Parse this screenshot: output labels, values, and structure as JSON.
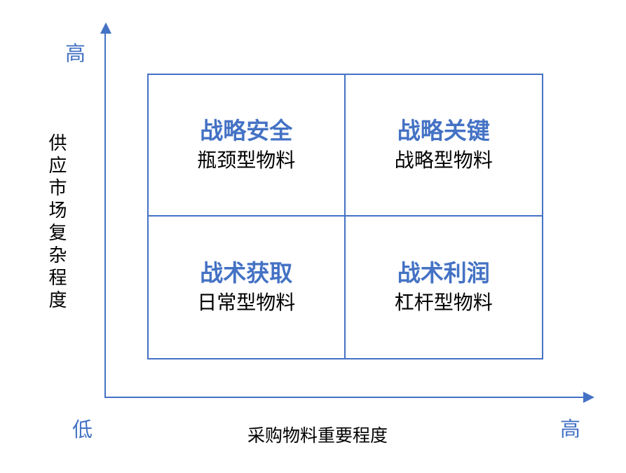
{
  "colors": {
    "accent": "#4472C4",
    "text": "#000000",
    "background": "#FFFFFF"
  },
  "y_axis": {
    "high_label": "高",
    "low_label": "低",
    "title": "供应市场复杂程度"
  },
  "x_axis": {
    "high_label": "高",
    "title": "采购物料重要程度"
  },
  "matrix": {
    "quadrants": [
      {
        "position": "top-left",
        "title": "战略安全",
        "subtitle": "瓶颈型物料"
      },
      {
        "position": "top-right",
        "title": "战略关键",
        "subtitle": "战略型物料"
      },
      {
        "position": "bottom-left",
        "title": "战术获取",
        "subtitle": "日常型物料"
      },
      {
        "position": "bottom-right",
        "title": "战术利润",
        "subtitle": "杠杆型物料"
      }
    ]
  }
}
